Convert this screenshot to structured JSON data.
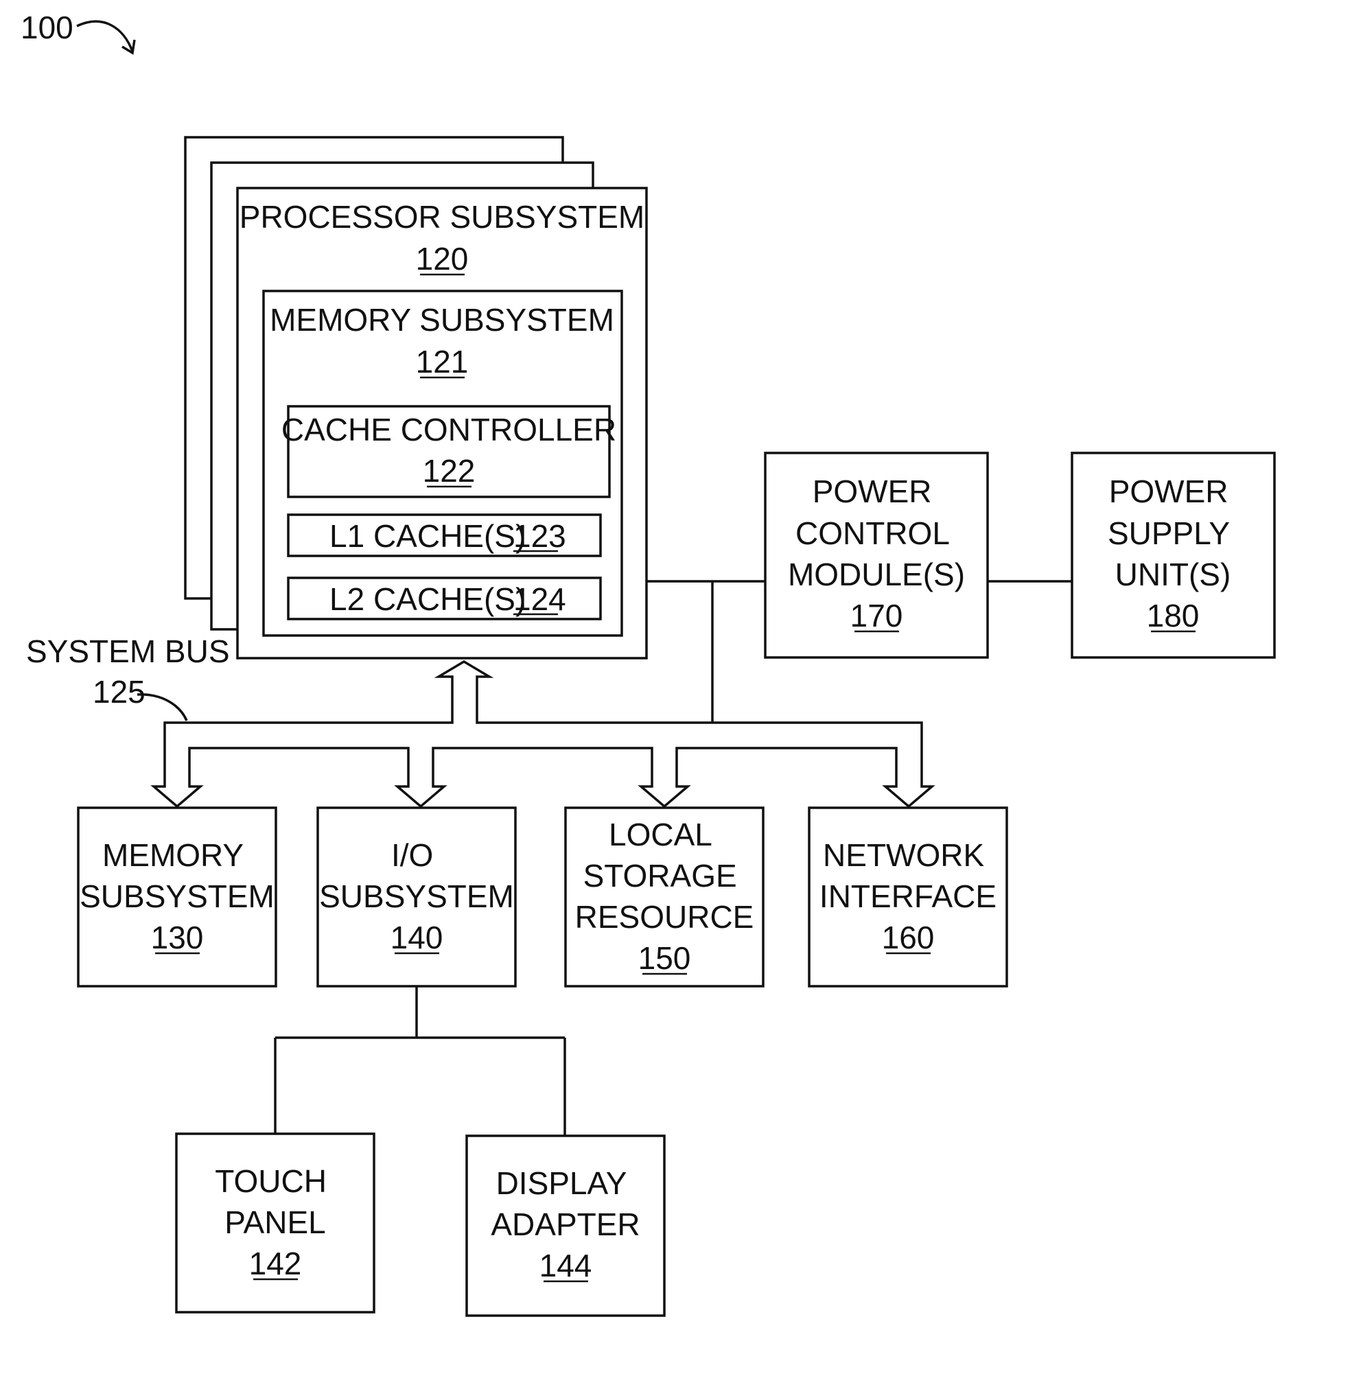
{
  "figure_ref": "100",
  "system_bus": {
    "label": "SYSTEM BUS",
    "ref": "125"
  },
  "processor": {
    "lines": [
      "PROCESSOR SUBSYSTEM"
    ],
    "ref": "120"
  },
  "processor_memory": {
    "lines": [
      "MEMORY SUBSYSTEM"
    ],
    "ref": "121"
  },
  "cache_controller": {
    "lines": [
      "CACHE CONTROLLER"
    ],
    "ref": "122"
  },
  "l1_cache": {
    "label": "L1 CACHE(S)",
    "ref": "123"
  },
  "l2_cache": {
    "label": "L2 CACHE(S)",
    "ref": "124"
  },
  "power_control": {
    "lines": [
      "POWER",
      "CONTROL",
      "MODULE(S)"
    ],
    "ref": "170"
  },
  "power_supply": {
    "lines": [
      "POWER",
      "SUPPLY",
      "UNIT(S)"
    ],
    "ref": "180"
  },
  "memory_subsystem": {
    "lines": [
      "MEMORY",
      "SUBSYSTEM"
    ],
    "ref": "130"
  },
  "io_subsystem": {
    "lines": [
      "I/O",
      "SUBSYSTEM"
    ],
    "ref": "140"
  },
  "local_storage": {
    "lines": [
      "LOCAL",
      "STORAGE",
      "RESOURCE"
    ],
    "ref": "150"
  },
  "network_interface": {
    "lines": [
      "NETWORK",
      "INTERFACE"
    ],
    "ref": "160"
  },
  "touch_panel": {
    "lines": [
      "TOUCH",
      "PANEL"
    ],
    "ref": "142"
  },
  "display_adapter": {
    "lines": [
      "DISPLAY",
      "ADAPTER"
    ],
    "ref": "144"
  }
}
